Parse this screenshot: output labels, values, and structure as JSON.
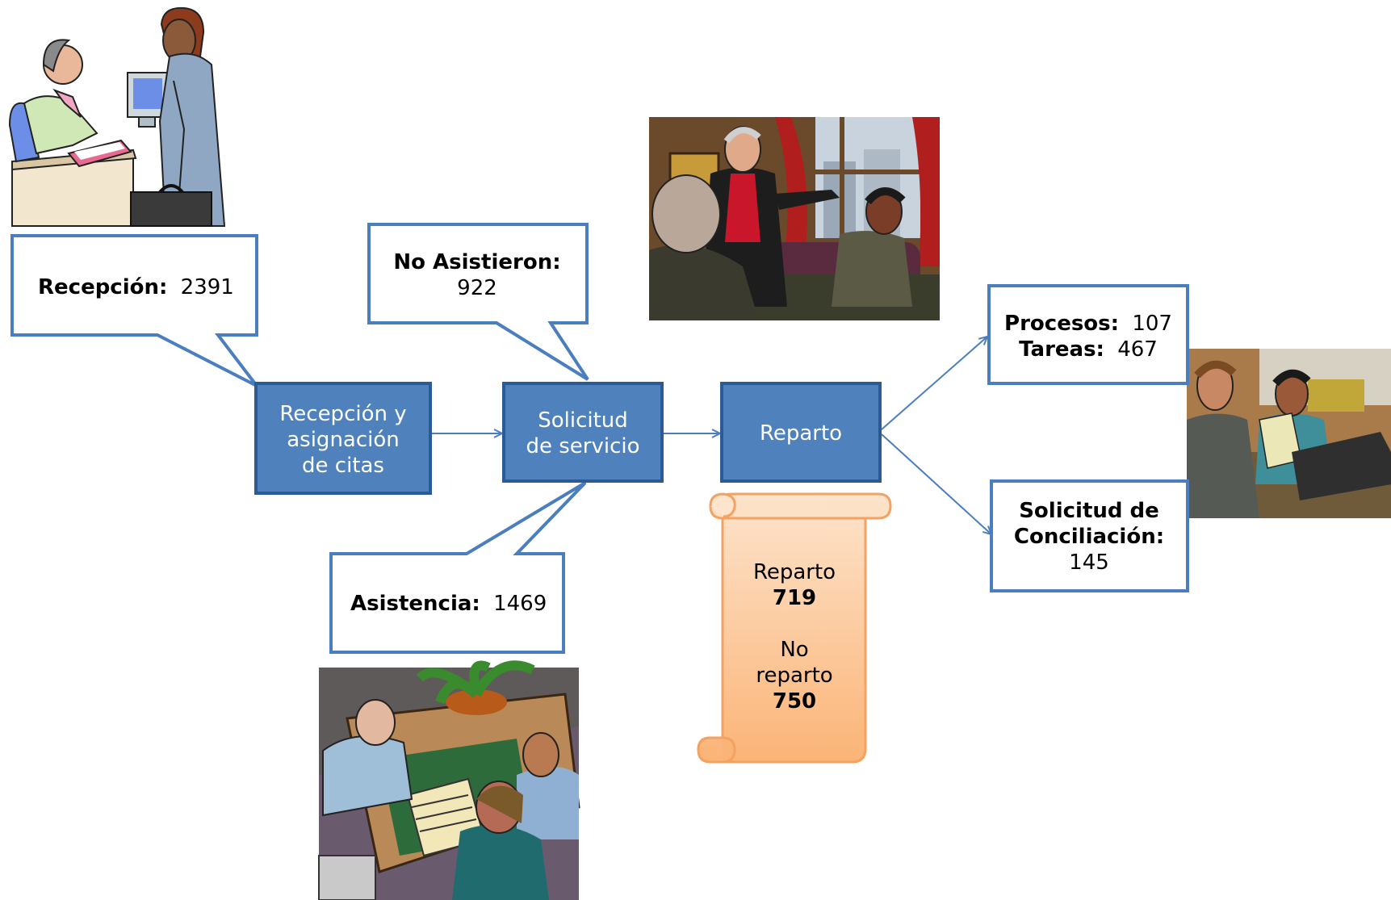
{
  "colors": {
    "process_fill": "#4f81bd",
    "process_stroke": "#2c5a94",
    "callout_stroke": "#4a7ebf",
    "arrow": "#4a7ebf",
    "scroll_fill": "#fbbf8a",
    "scroll_light": "#fde4cc",
    "scroll_stroke": "#f4a261"
  },
  "process": {
    "recepcion_line1": "Recepción y",
    "recepcion_line2": "asignación",
    "recepcion_line3": "de citas",
    "solicitud_line1": "Solicitud",
    "solicitud_line2": "de servicio",
    "reparto": "Reparto"
  },
  "callouts": {
    "recepcion_label": "Recepción:",
    "recepcion_value": "2391",
    "no_asistieron_label": "No Asistieron:",
    "no_asistieron_value": "922",
    "asistencia_label": "Asistencia:",
    "asistencia_value": "1469"
  },
  "outcomes": {
    "procesos_label": "Procesos:",
    "procesos_value": "107",
    "tareas_label": "Tareas:",
    "tareas_value": "467",
    "conciliacion_label1": "Solicitud de",
    "conciliacion_label2": "Conciliación:",
    "conciliacion_value": "145"
  },
  "scroll": {
    "reparto_label": "Reparto",
    "reparto_value": "719",
    "no_label": "No",
    "no_reparto_label": "reparto",
    "no_reparto_value": "750"
  },
  "clipart": [
    "reception-desk-clipart",
    "meeting-presentation-clipart",
    "handshake-office-clipart",
    "desk-meeting-clipart"
  ]
}
